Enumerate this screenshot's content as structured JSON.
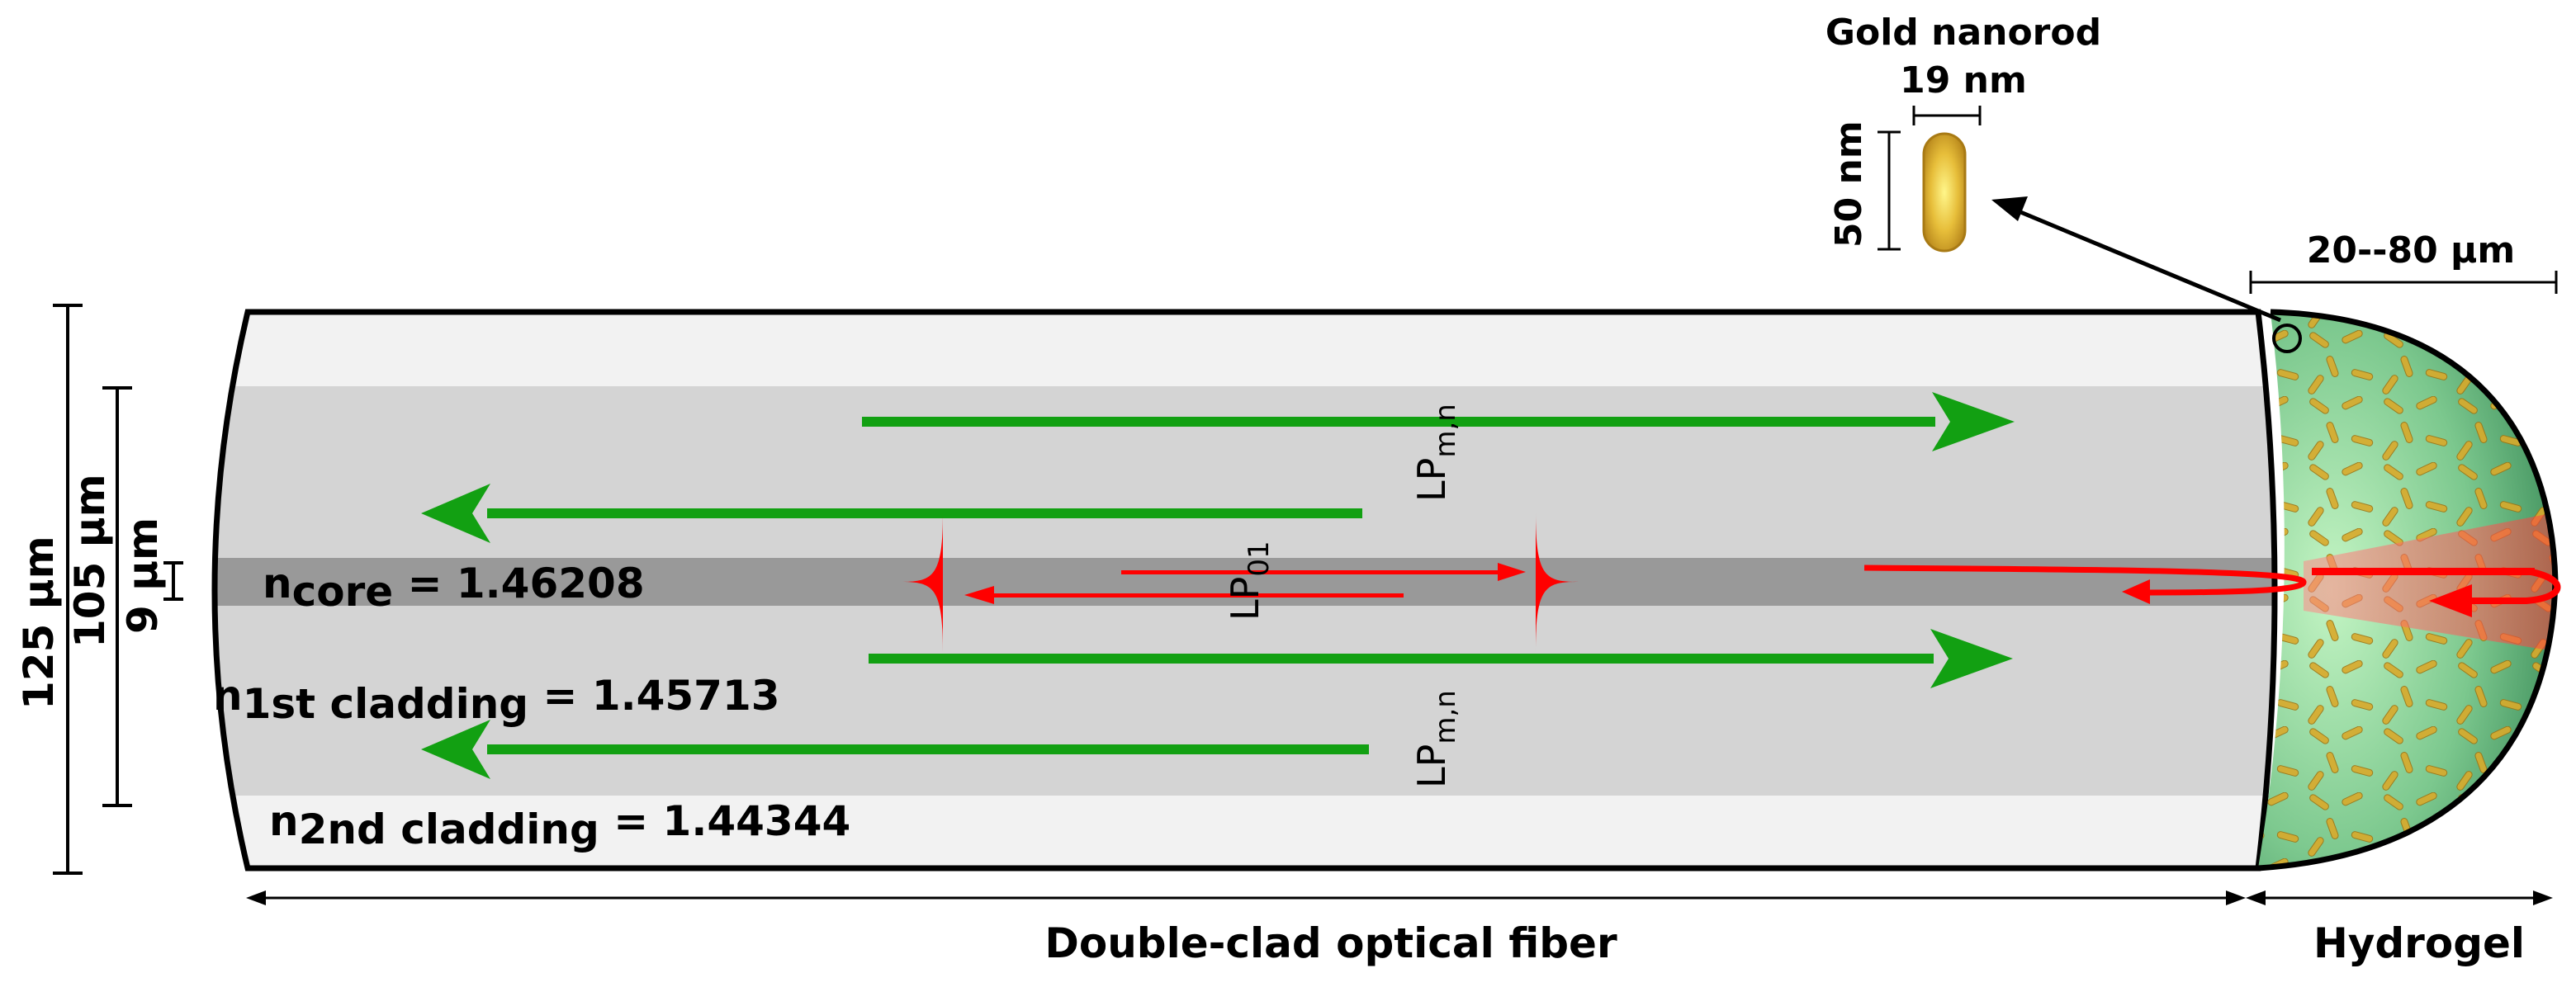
{
  "labels": {
    "fiber": "Double-clad optical fiber",
    "hydrogel": "Hydrogel",
    "nanorod_title": "Gold nanorod"
  },
  "dimensions": {
    "outer_diameter": "125 µm",
    "inner_cladding_diameter": "105 µm",
    "core_diameter": "9 µm",
    "hydrogel_length": "20--80 µm",
    "nanorod_width": "19 nm",
    "nanorod_length": "50 nm"
  },
  "refractive_indices": {
    "core": {
      "symbol": "n",
      "subscript": "core",
      "value": "= 1.46208"
    },
    "first_cladding": {
      "symbol": "n",
      "subscript": "1st cladding",
      "value": "= 1.45713"
    },
    "second_cladding": {
      "symbol": "n",
      "subscript": "2nd cladding",
      "value": "= 1.44344"
    }
  },
  "modes": {
    "cladding_mode": {
      "base": "LP",
      "subscript": "m,n"
    },
    "core_mode": {
      "base": "LP",
      "subscript": "01"
    }
  },
  "colors": {
    "outer_cladding": "#f2f2f2",
    "inner_cladding": "#d4d4d4",
    "core": "#999999",
    "green_arrow": "#12a012",
    "red_arrow": "#ff0000",
    "hydrogel_light": "#b8f0b8",
    "hydrogel_dark": "#4f9f6a",
    "nanorod": "#d4a21a"
  }
}
